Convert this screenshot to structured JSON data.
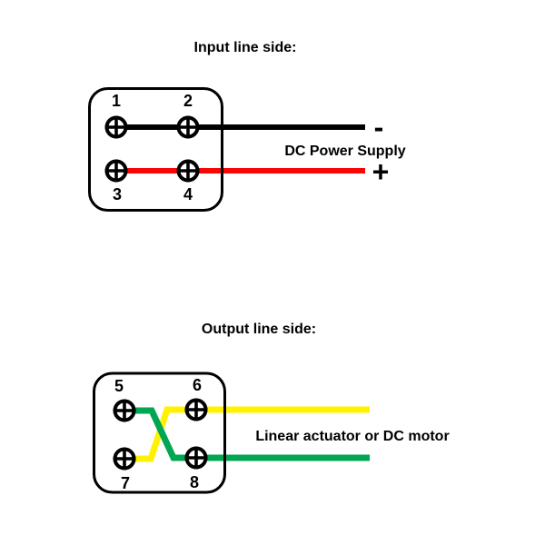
{
  "colors": {
    "wire_black": "#000000",
    "wire_red": "#FA0505",
    "wire_yellow": "#FFF200",
    "wire_green": "#00A651"
  },
  "input_section": {
    "title": "Input line side:",
    "terminals": [
      "1",
      "2",
      "3",
      "4"
    ],
    "negative_label": "-",
    "positive_label": "+",
    "device_label": "DC Power Supply"
  },
  "output_section": {
    "title": "Output line side:",
    "terminals": [
      "5",
      "6",
      "7",
      "8"
    ],
    "device_label": "Linear actuator or DC motor"
  }
}
